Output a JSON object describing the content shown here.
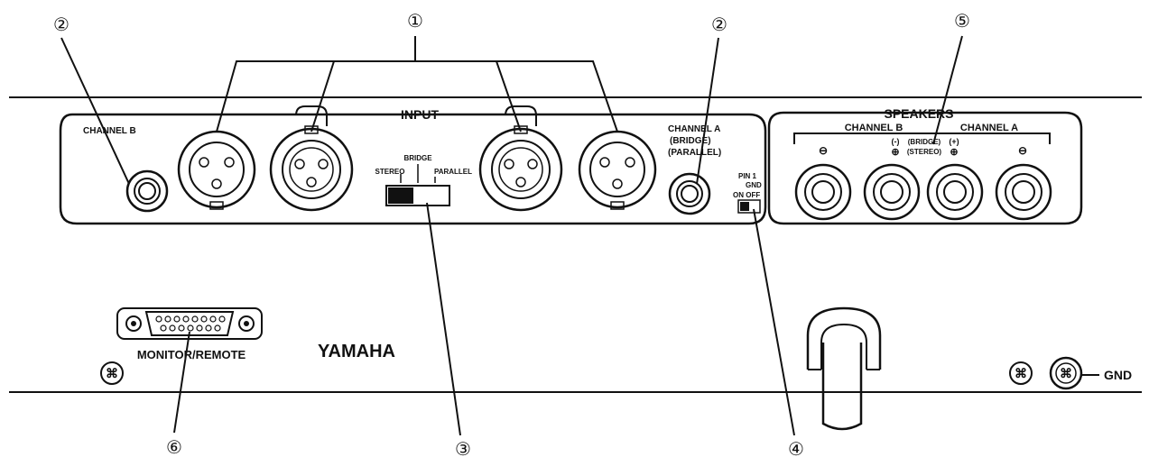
{
  "callouts": {
    "c1": "①",
    "c2_left": "②",
    "c2_right": "②",
    "c3": "③",
    "c4": "④",
    "c5": "⑤",
    "c6": "⑥"
  },
  "labels": {
    "input": "INPUT",
    "channel_b": "CHANNEL B",
    "channel_a": "CHANNEL A",
    "bridge_paren": "(BRIDGE)",
    "parallel_paren": "(PARALLEL)",
    "switch_bridge": "BRIDGE",
    "switch_stereo": "STEREO",
    "switch_parallel": "PARALLEL",
    "pin1": "PIN 1",
    "gnd_small": "GND",
    "on_off": "ON OFF",
    "speakers": "SPEAKERS",
    "spk_channel_b": "CHANNEL B",
    "spk_channel_a": "CHANNEL A",
    "spk_bridge": "(BRIDGE)",
    "spk_stereo": "(STEREO)",
    "minus": "⊖",
    "plus_minus_open": "(-)",
    "plus_open": "(+)",
    "plus_circle": "⊕",
    "monitor_remote": "MONITOR/REMOTE",
    "brand": "YAMAHA",
    "gnd": "GND"
  }
}
